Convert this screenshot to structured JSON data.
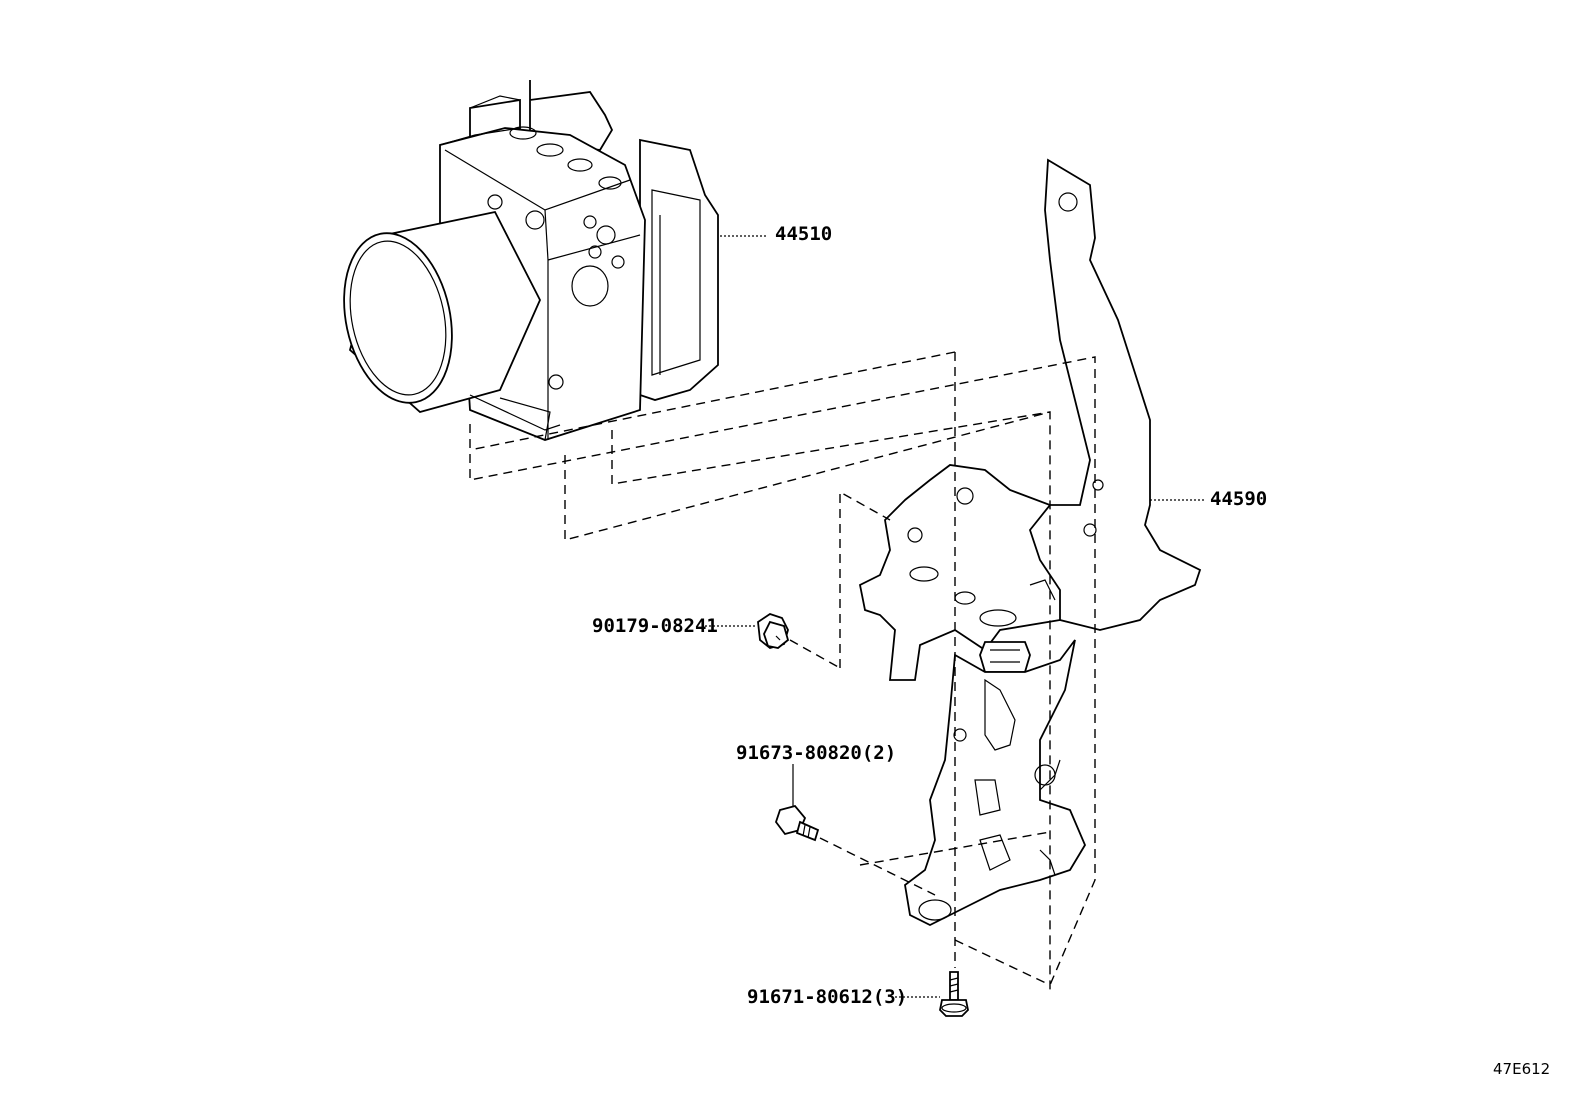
{
  "parts": {
    "actuator": {
      "number": "44510",
      "icon": "abs-actuator-icon"
    },
    "bracket": {
      "number": "44590",
      "icon": "actuator-bracket-icon"
    },
    "nut": {
      "number": "90179-08241",
      "icon": "nut-icon"
    },
    "bolt_side": {
      "number": "91673-80820(2)",
      "icon": "bolt-icon"
    },
    "bolt_bottom": {
      "number": "91671-80612(3)",
      "icon": "bolt-icon"
    }
  },
  "drawing_ref": "47E612",
  "colors": {
    "line": "#000000",
    "background": "#ffffff"
  }
}
